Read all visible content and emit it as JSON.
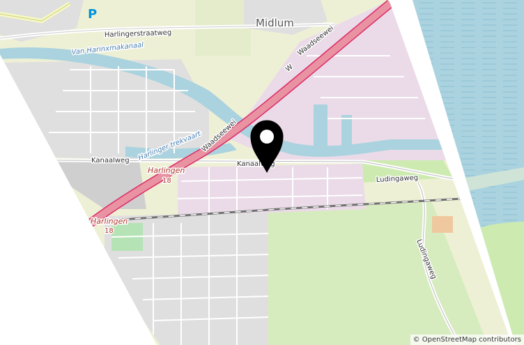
{
  "map": {
    "attribution": "© OpenStreetMap contributors",
    "parking_symbol": "P",
    "marker_icon": "location-pin-icon",
    "labels": {
      "midlum": "Midlum",
      "harlingerstraatweg": "Harlingerstraatweg",
      "van_harinxmakanaal": "Van Harinxmakanaal",
      "waadseewei_upper": "Waadseewei",
      "waadseewei_w": "W",
      "waadseewei_lower": "Waadseewei",
      "harlinger_trekvaart": "Harlinger trekvaart",
      "kanaalweg_west": "Kanaalweg",
      "kanaalweg_east": "Kanaalweg",
      "harlingen_upper": "Harlingen",
      "ref_upper": "18",
      "harlingen_lower": "Harlingen",
      "ref_lower": "18",
      "ludingaweg_upper": "Ludingaweg",
      "ludingaweg_lower": "Ludingaweg"
    },
    "colors": {
      "water": "#aad3df",
      "residential": "#e0dfdf",
      "industrial": "#ebdbe8",
      "farmland": "#eef0d5",
      "grass": "#cdebb0",
      "motorway": "#e892a2",
      "motorway_casing": "#dc2a67",
      "rail": "#707070",
      "marker": "#000000"
    }
  }
}
